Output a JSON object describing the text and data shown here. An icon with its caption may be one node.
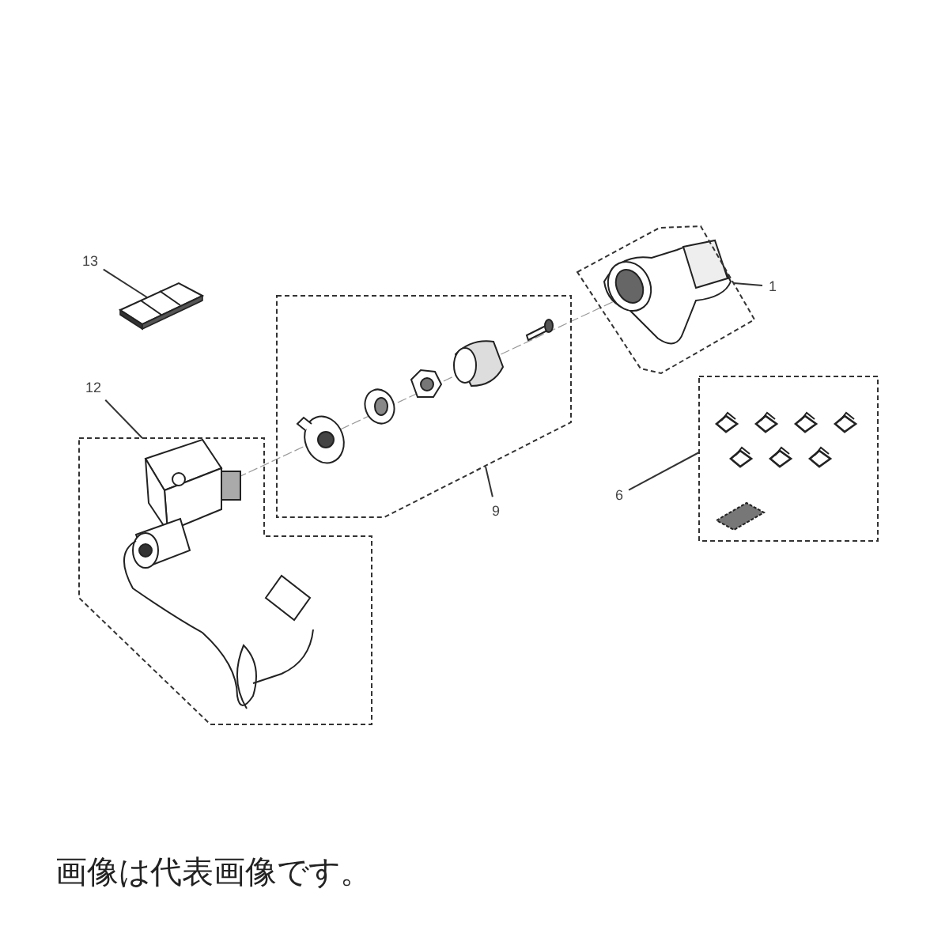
{
  "diagram": {
    "caption": "画像は代表画像です。",
    "nodes": [
      {
        "text": [
          "13"
        ]
      },
      {
        "text": [],
        "shape": "picture"
      },
      {
        "text": [
          "1"
        ]
      },
      {
        "text": [],
        "shape": "box"
      },
      {
        "text": [],
        "shape": "box"
      },
      {
        "text": [
          "12"
        ]
      },
      {
        "text": [],
        "shape": "box"
      },
      {
        "text": [
          "9"
        ]
      },
      {
        "text": [
          "6"
        ]
      },
      {
        "text": [],
        "shape": "box"
      }
    ],
    "edges": [
      {
        "from": 0,
        "to": 1,
        "arrow": "none"
      },
      {
        "from": 2,
        "to": 3,
        "arrow": "none"
      },
      {
        "from": 5,
        "to": 6,
        "arrow": "none"
      },
      {
        "from": 7,
        "to": 4,
        "arrow": "none"
      },
      {
        "from": 8,
        "to": 9,
        "arrow": "none"
      }
    ]
  }
}
